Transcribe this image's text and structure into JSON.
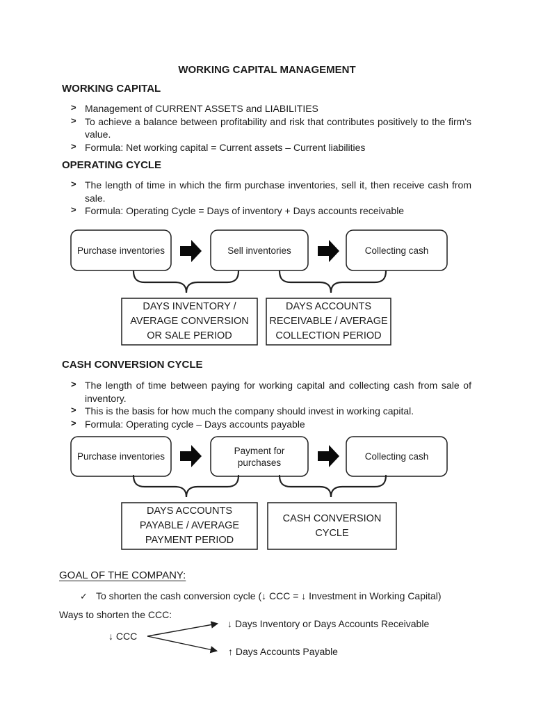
{
  "doc": {
    "title": "WORKING CAPITAL MANAGEMENT",
    "marker": ">",
    "check": "✓"
  },
  "wc": {
    "heading": "WORKING CAPITAL",
    "b1": "Management of CURRENT ASSETS and LIABILITIES",
    "b2l1": "To achieve a balance between profitability and risk that contributes positively to the firm's",
    "b2l2": "value.",
    "b3": "Formula: Net working capital = Current assets – Current liabilities"
  },
  "oc": {
    "heading": "OPERATING CYCLE",
    "b1l1": "The length of time in which the firm purchase inventories, sell it, then receive cash from",
    "b1l2": "sale.",
    "b2": "Formula: Operating Cycle = Days of inventory + Days accounts receivable"
  },
  "diagram1": {
    "box1": "Purchase inventories",
    "box2": "Sell inventories",
    "box3": "Collecting cash",
    "label1_l1": "DAYS INVENTORY /",
    "label1_l2": "AVERAGE CONVERSION",
    "label1_l3": "OR SALE PERIOD",
    "label2_l1": "DAYS ACCOUNTS",
    "label2_l2": "RECEIVABLE / AVERAGE",
    "label2_l3": "COLLECTION PERIOD"
  },
  "ccc": {
    "heading": "CASH CONVERSION CYCLE",
    "b1l1": "The length of time between paying for working capital and collecting cash from sale of",
    "b1l2": "inventory.",
    "b2": "This is the basis for how much the company should invest in working capital.",
    "b3": "Formula: Operating cycle – Days accounts payable"
  },
  "diagram2": {
    "box1": "Purchase inventories",
    "box2_l1": "Payment for",
    "box2_l2": "purchases",
    "box3": "Collecting cash",
    "label1_l1": "DAYS ACCOUNTS",
    "label1_l2": "PAYABLE / AVERAGE",
    "label1_l3": "PAYMENT PERIOD",
    "label2_l1": "CASH CONVERSION",
    "label2_l2": "CYCLE"
  },
  "goal": {
    "heading": "GOAL OF THE COMPANY:",
    "check_text": "To shorten the cash conversion cycle (↓ CCC = ↓ Investment in Working Capital)",
    "ways": "Ways to shorten the CCC:",
    "ccc": "↓ CCC",
    "branch_top": "↓ Days Inventory or Days Accounts Receivable",
    "branch_bottom": "↑ Days Accounts Payable"
  }
}
